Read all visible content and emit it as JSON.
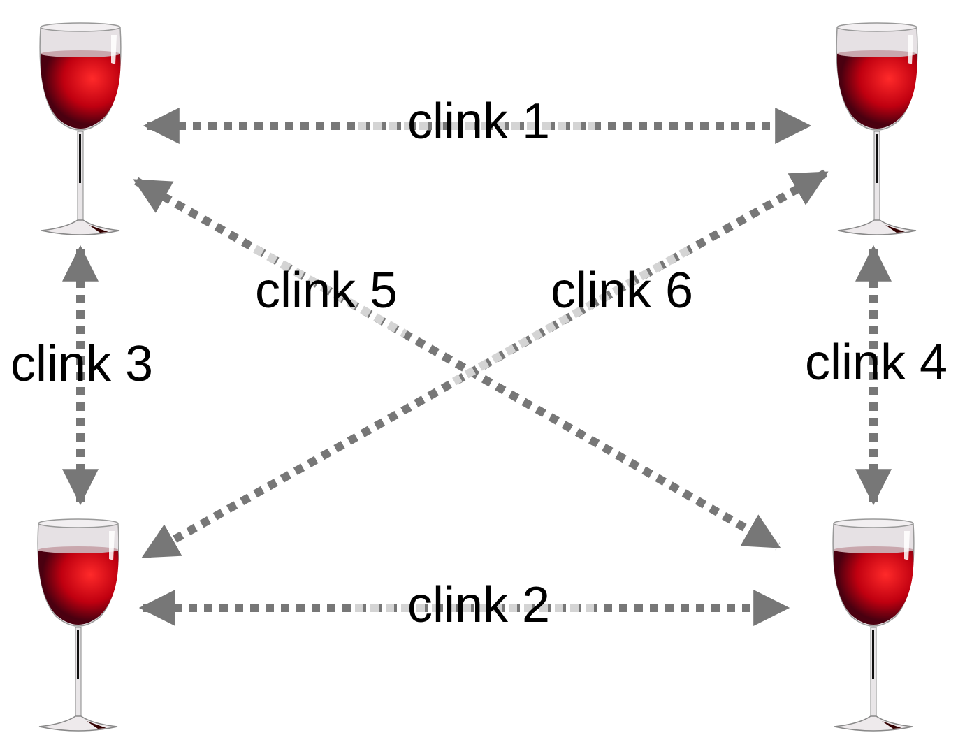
{
  "colors": {
    "wine": "#d4101a",
    "arrow": "#777777",
    "text": "#000000"
  },
  "nodes": [
    {
      "id": "glass-top-left",
      "icon": "wine-glass-icon"
    },
    {
      "id": "glass-top-right",
      "icon": "wine-glass-icon"
    },
    {
      "id": "glass-bottom-left",
      "icon": "wine-glass-icon"
    },
    {
      "id": "glass-bottom-right",
      "icon": "wine-glass-icon"
    }
  ],
  "links": [
    {
      "label": "clink 1",
      "from": "glass-top-left",
      "to": "glass-top-right",
      "bidirectional": true
    },
    {
      "label": "clink 2",
      "from": "glass-bottom-left",
      "to": "glass-bottom-right",
      "bidirectional": true
    },
    {
      "label": "clink 3",
      "from": "glass-top-left",
      "to": "glass-bottom-left",
      "bidirectional": true
    },
    {
      "label": "clink 4",
      "from": "glass-top-right",
      "to": "glass-bottom-right",
      "bidirectional": true
    },
    {
      "label": "clink 5",
      "from": "glass-top-left",
      "to": "glass-bottom-right",
      "bidirectional": true
    },
    {
      "label": "clink 6",
      "from": "glass-top-right",
      "to": "glass-bottom-left",
      "bidirectional": true
    }
  ]
}
